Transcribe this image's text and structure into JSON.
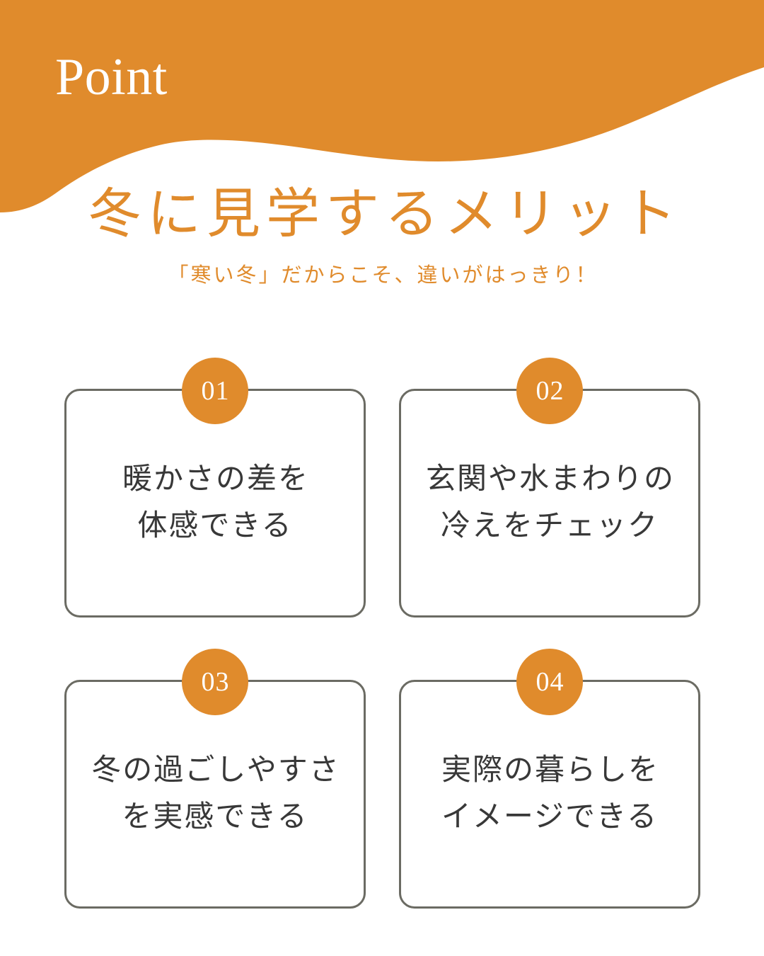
{
  "header": {
    "label": "Point",
    "wave_color": "#E08B2C",
    "label_color": "#FFFFFF"
  },
  "title": {
    "main": "冬に見学するメリット",
    "sub": "「寒い冬」だからこそ、違いがはっきり！",
    "color": "#E08B2C"
  },
  "theme": {
    "accent": "#E08B2C",
    "card_border": "#6B6B63",
    "card_text": "#383838",
    "background": "#FFFFFF"
  },
  "cards": [
    {
      "number": "01",
      "text": "暖かさの差を\n体感できる"
    },
    {
      "number": "02",
      "text": "玄関や水まわりの\n冷えをチェック"
    },
    {
      "number": "03",
      "text": "冬の過ごしやすさ\nを実感できる"
    },
    {
      "number": "04",
      "text": "実際の暮らしを\nイメージできる"
    }
  ]
}
